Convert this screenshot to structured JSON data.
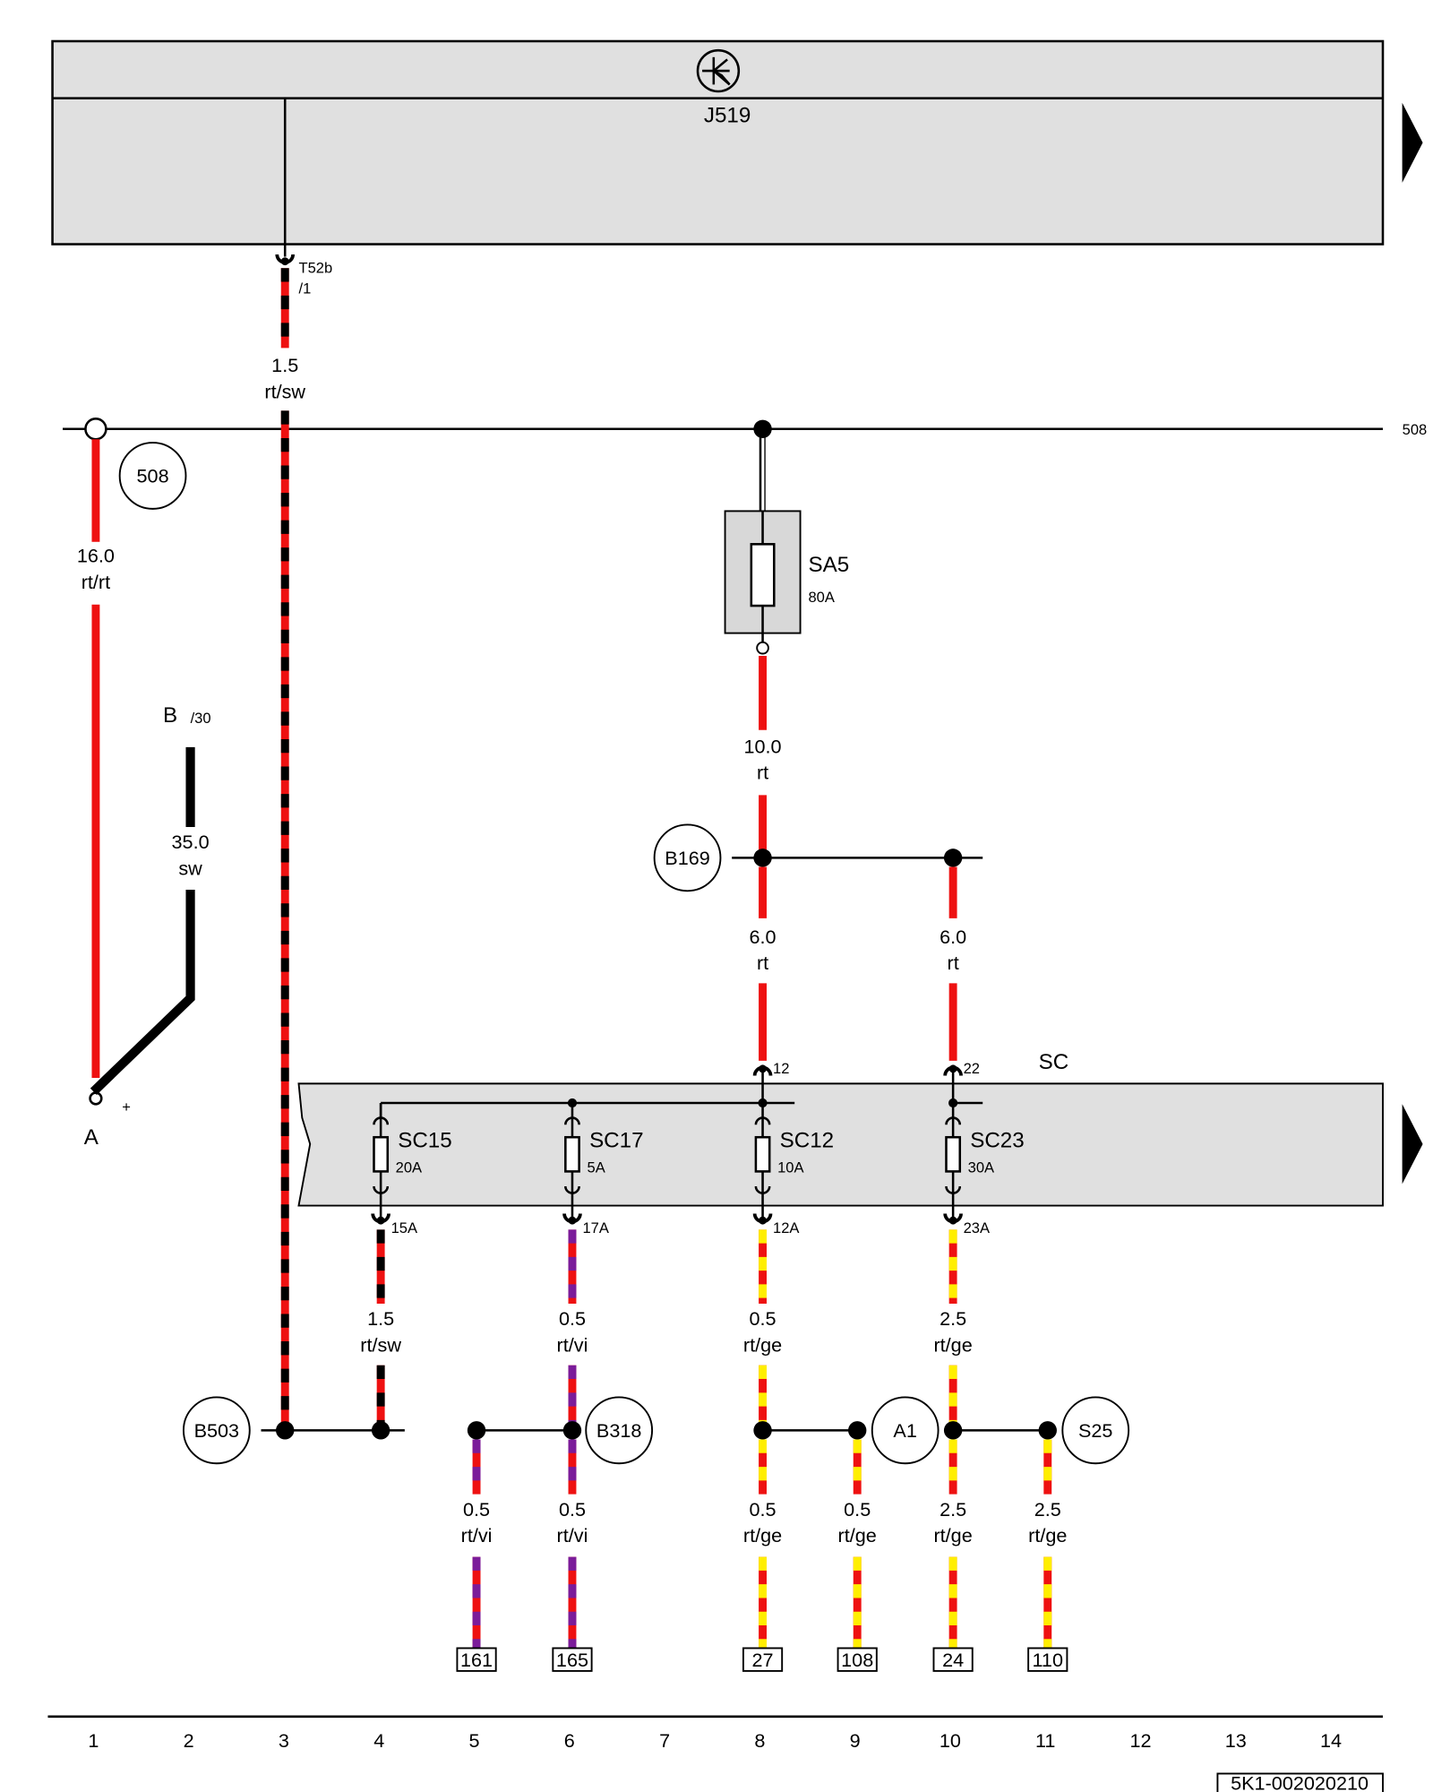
{
  "colors": {
    "rt": "#ee1111",
    "sw": "#000000",
    "ge": "#ffee00",
    "vi": "#7b1c9a",
    "panel": "#e0e0e0"
  },
  "control_unit": {
    "name": "J519",
    "icon": "transistor-symbol-icon",
    "connector": "T52b",
    "pin": "/1"
  },
  "bus": {
    "label": "508",
    "circle": "508"
  },
  "battery": {
    "label": "B",
    "terminal": "/30",
    "point": "A",
    "polarity": "+"
  },
  "fuse_main": {
    "name": "SA5",
    "rating": "80A"
  },
  "fuse_carrier": {
    "name": "SC",
    "in_pins": [
      "12",
      "22"
    ],
    "fuses": [
      {
        "name": "SC15",
        "rating": "20A",
        "pin": "15A"
      },
      {
        "name": "SC17",
        "rating": "5A",
        "pin": "17A"
      },
      {
        "name": "SC12",
        "rating": "10A",
        "pin": "12A"
      },
      {
        "name": "SC23",
        "rating": "30A",
        "pin": "23A"
      }
    ]
  },
  "splices": [
    "B169",
    "B503",
    "B318",
    "A1",
    "S25"
  ],
  "wires": [
    {
      "size": "1.5",
      "color": "rt/sw"
    },
    {
      "size": "16.0",
      "color": "rt/rt"
    },
    {
      "size": "35.0",
      "color": "sw"
    },
    {
      "size": "10.0",
      "color": "rt"
    },
    {
      "size": "6.0",
      "color": "rt"
    },
    {
      "size": "6.0",
      "color": "rt"
    },
    {
      "size": "1.5",
      "color": "rt/sw"
    },
    {
      "size": "0.5",
      "color": "rt/vi"
    },
    {
      "size": "0.5",
      "color": "rt/ge"
    },
    {
      "size": "2.5",
      "color": "rt/ge"
    },
    {
      "size": "0.5",
      "color": "rt/vi"
    },
    {
      "size": "0.5",
      "color": "rt/vi"
    },
    {
      "size": "0.5",
      "color": "rt/ge"
    },
    {
      "size": "0.5",
      "color": "rt/ge"
    },
    {
      "size": "2.5",
      "color": "rt/ge"
    },
    {
      "size": "2.5",
      "color": "rt/ge"
    }
  ],
  "references": [
    "161",
    "165",
    "27",
    "108",
    "24",
    "110"
  ],
  "grid_numbers": [
    "1",
    "2",
    "3",
    "4",
    "5",
    "6",
    "7",
    "8",
    "9",
    "10",
    "11",
    "12",
    "13",
    "14"
  ],
  "document_id": "5K1-002020210"
}
